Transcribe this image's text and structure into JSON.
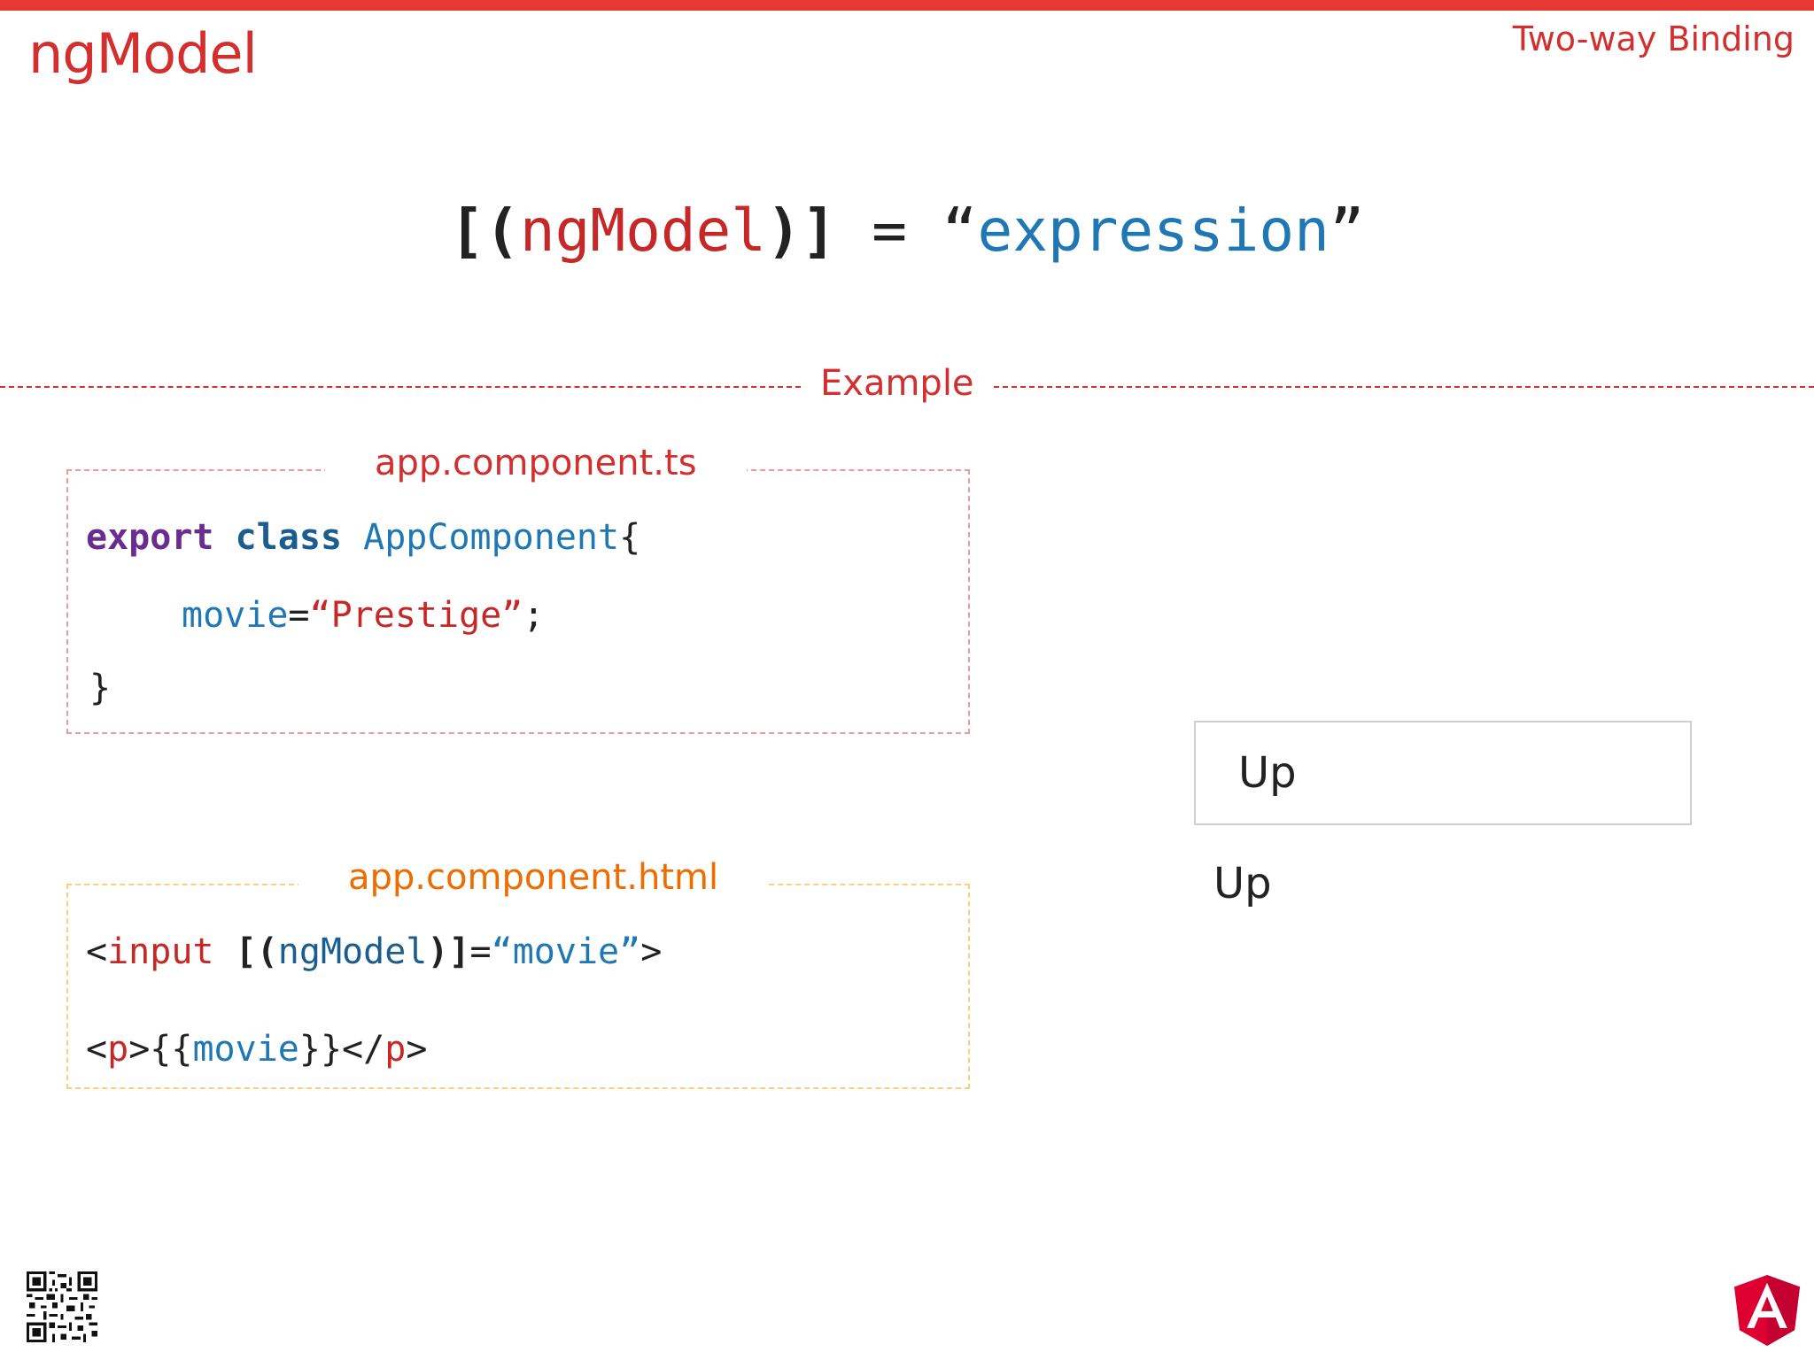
{
  "slide": {
    "title": "ngModel",
    "subtitle": "Two-way Binding"
  },
  "syntax": {
    "open": "[(",
    "directive": "ngModel",
    "close": ")]",
    "equals": " = ",
    "quote_open": "“",
    "expression": "expression",
    "quote_close": "”"
  },
  "section": {
    "label": "Example"
  },
  "ts_file": {
    "filename": "app.component.ts",
    "kw_export": "export",
    "kw_class": "class",
    "class_name": "AppComponent",
    "brace_open": "{",
    "prop": "movie",
    "assign": "=",
    "value": "“Prestige”",
    "semicolon": ";",
    "brace_close": "}"
  },
  "html_file": {
    "filename": "app.component.html",
    "lt": "<",
    "tag_input": "input",
    "binding": "[(",
    "directive": "ngModel",
    "binding_close": ")]",
    "assign": "=",
    "attr_value": "“movie”",
    "gt": ">",
    "p_open_lt": "<",
    "tag_p": "p",
    "p_open_gt": ">",
    "interp_open": "{{",
    "interp_var": "movie",
    "interp_close": "}}",
    "p_close_lt": "</",
    "tag_p_close": "p",
    "p_close_gt": ">"
  },
  "demo": {
    "input_value": "Up",
    "paragraph": "Up"
  },
  "colors": {
    "accent": "#e53935",
    "blue": "#1f78b4",
    "purple": "#6a2d8f",
    "orange": "#ef6c00"
  },
  "icons": {
    "qr": "qr-code-icon",
    "logo": "angular-logo-icon"
  }
}
